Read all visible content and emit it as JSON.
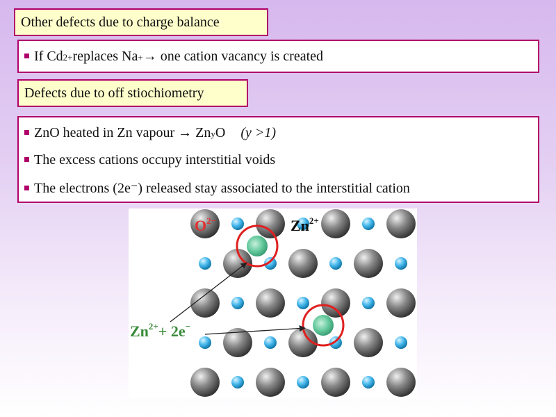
{
  "section1": {
    "title": "Other defects due to charge balance",
    "bullet": {
      "pre": "If Cd",
      "sup1": "2+",
      "mid": " replaces Na",
      "sup2": "+",
      "post": " → one cation vacancy is created"
    }
  },
  "section2": {
    "title": "Defects due to off stiochiometry",
    "bullet1": {
      "pre": "ZnO heated in Zn vapour → Zn",
      "sub": "y",
      "post": "O",
      "condition": "(y >1)"
    },
    "bullet2": "The excess cations occupy interstitial voids",
    "bullet3": "The electrons (2e⁻) released stay associated to the interstitial cation"
  },
  "diagram": {
    "oxygen_label": {
      "base": "O",
      "sup": "2−"
    },
    "zinc_label": {
      "base": "Zn",
      "sup": "2+"
    },
    "interstitial_label": {
      "base": "Zn",
      "sup1": "2+",
      "mid": "+ 2e",
      "sup2": "−"
    },
    "colors": {
      "oxygen_label": "#e03030",
      "zinc_label": "#111111",
      "interstitial_label": "#3a8c3a",
      "vacancy_ring": "#e02020",
      "cation": "#46b8ec",
      "interstitial": "#5fc79a"
    }
  }
}
